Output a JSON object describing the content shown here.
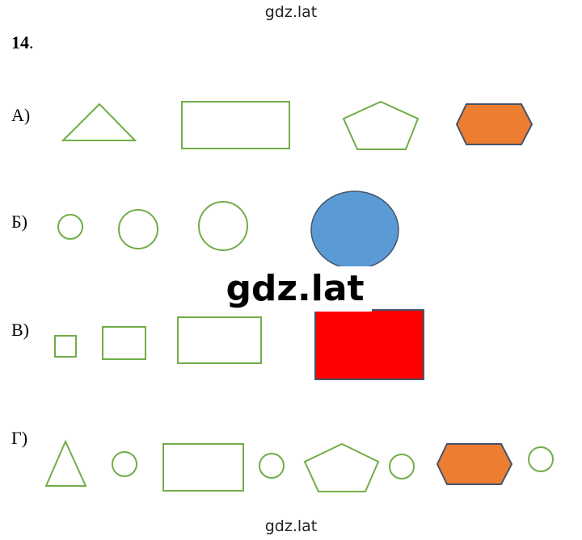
{
  "watermarks": {
    "top": "gdz.lat",
    "center": "gdz.lat",
    "bottom": "gdz.lat"
  },
  "task": {
    "number": "14",
    "punct": "."
  },
  "rows": [
    {
      "label": "А)"
    },
    {
      "label": "Б)"
    },
    {
      "label": "В)"
    },
    {
      "label": "Г)"
    }
  ],
  "colors": {
    "outline": "#70ad47",
    "orange": "#ed7d31",
    "blue": "#5b9bd5",
    "red": "#ff0000",
    "dark_stroke": "#44546a"
  }
}
